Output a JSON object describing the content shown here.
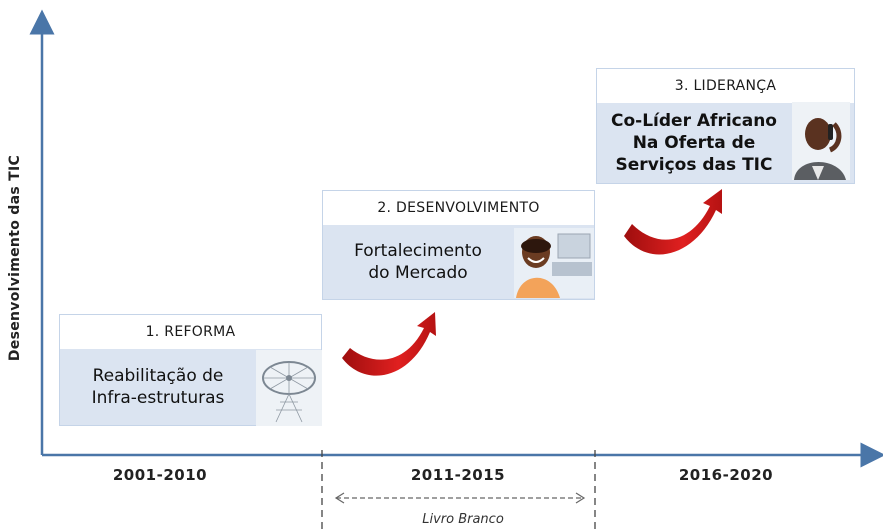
{
  "y_axis_label": "Desenvolvimento das TIC",
  "stages": [
    {
      "title": "1. REFORMA",
      "body": [
        "Reabilitação de",
        "Infra-estruturas"
      ],
      "image": "satellite-dish-photo"
    },
    {
      "title": "2. DESENVOLVIMENTO",
      "body": [
        "Fortalecimento",
        "do Mercado"
      ],
      "image": "child-with-computer-photo"
    },
    {
      "title": "3. LIDERANÇA",
      "body": [
        "Co-Líder Africano",
        "Na Oferta de",
        "Serviços das TIC"
      ],
      "image": "man-on-phone-photo"
    }
  ],
  "periods": [
    "2001-2010",
    "2011-2015",
    "2016-2020"
  ],
  "white_paper_label": "Livro Branco",
  "colors": {
    "axis": "#4a76a8",
    "box_fill": "#dbe4f1",
    "box_border": "#c5d4e8",
    "arrow": "#d11919",
    "divider": "#444444"
  }
}
